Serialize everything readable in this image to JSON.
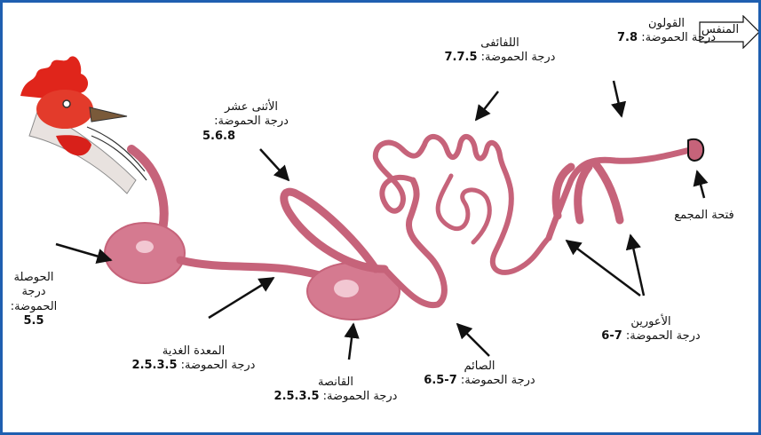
{
  "labels": {
    "crop": {
      "name": "الحوصلة",
      "ph_label": "درجة الحموضة:",
      "ph_value": "5.5"
    },
    "proventric": {
      "name": "المعدة الغدية",
      "ph_label": "درجة الحموضة:",
      "ph_value": "2.5.3.5"
    },
    "gizzard": {
      "name": "القانصة",
      "ph_label": "درجة الحموضة:",
      "ph_value": "2.5.3.5"
    },
    "duodenum": {
      "name": "الأثنى عشر",
      "ph_label": "درجة الحموضة:",
      "ph_value": "5.6.8"
    },
    "jejunum": {
      "name": "الصائم",
      "ph_label": "درجة الحموضة:",
      "ph_value": "6.5-7"
    },
    "ileum": {
      "name": "اللفائفى",
      "ph_label": "درجة الحموضة:",
      "ph_value": "7.7.5"
    },
    "colon": {
      "name": "القولون",
      "ph_label": "درجة الحموضة:",
      "ph_value": "7.8"
    },
    "ceca": {
      "name": "الأعورين",
      "ph_label": "درجة الحموضة:",
      "ph_value": "6-7"
    },
    "cloaca": {
      "name": "فتحة المجمع"
    },
    "exit": {
      "name": "المنفس"
    }
  },
  "colors": {
    "tract": "#c6637a",
    "tract_fill": "#d57a90",
    "tract_light": "#f2c7d2",
    "comb": "#e0251b",
    "border": "#1f5fb0",
    "arrow": "#111111"
  }
}
